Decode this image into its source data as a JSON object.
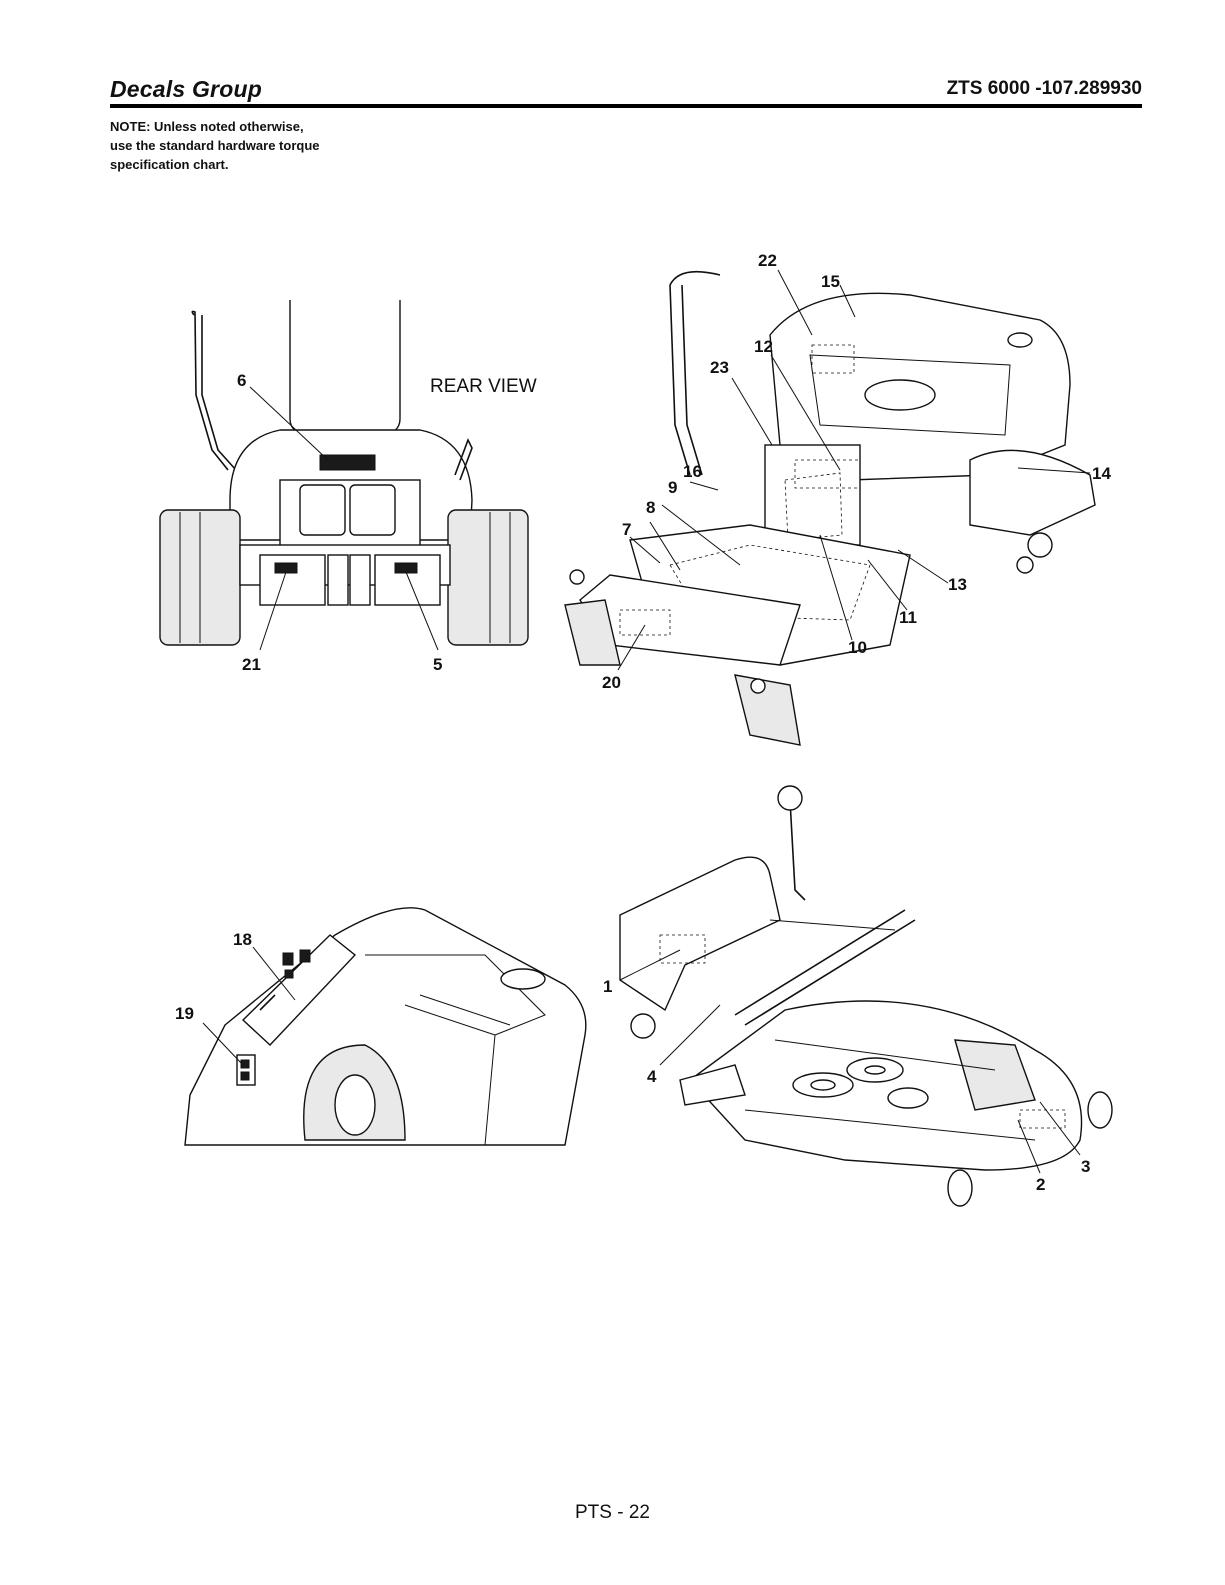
{
  "header": {
    "section_title": "Decals Group",
    "model_number": "ZTS 6000 -107.289930"
  },
  "note": {
    "line1": "NOTE: Unless noted otherwise,",
    "line2": "use the standard hardware torque",
    "line3": "specification chart."
  },
  "figures": {
    "rear_view": {
      "view_label": "REAR VIEW",
      "callouts": [
        "6",
        "21",
        "5"
      ]
    },
    "front_view": {
      "callouts": [
        "22",
        "15",
        "12",
        "23",
        "16",
        "9",
        "8",
        "7",
        "14",
        "13",
        "11",
        "10",
        "20"
      ]
    },
    "dash_view": {
      "callouts": [
        "18",
        "19"
      ]
    },
    "deck_view": {
      "callouts": [
        "1",
        "4",
        "3",
        "2"
      ]
    }
  },
  "footer": {
    "page_number": "PTS - 22"
  }
}
